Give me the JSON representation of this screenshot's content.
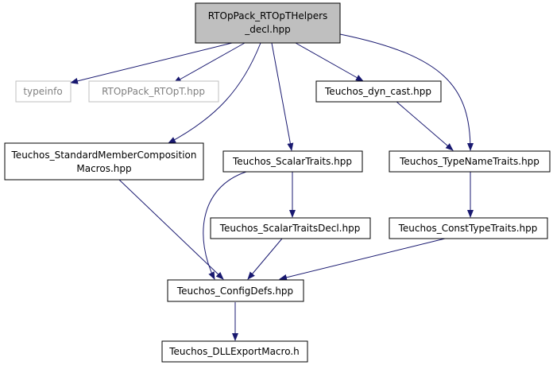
{
  "colors": {
    "edge": "#191970",
    "border": "#000000",
    "root_fill": "#bfbfbf",
    "node_fill": "#ffffff",
    "external_border": "#bfbfbf",
    "external_text": "#808080"
  },
  "nodes": {
    "root": {
      "line1": "RTOpPack_RTOpTHelpers",
      "line2": "_decl.hpp"
    },
    "typeinfo": {
      "label": "typeinfo"
    },
    "rtopt": {
      "label": "RTOpPack_RTOpT.hpp"
    },
    "dyn_cast": {
      "label": "Teuchos_dyn_cast.hpp"
    },
    "std_member": {
      "line1": "Teuchos_StandardMemberComposition",
      "line2": "Macros.hpp"
    },
    "scalar_traits": {
      "label": "Teuchos_ScalarTraits.hpp"
    },
    "type_name_traits": {
      "label": "Teuchos_TypeNameTraits.hpp"
    },
    "scalar_traits_decl": {
      "label": "Teuchos_ScalarTraitsDecl.hpp"
    },
    "const_type_traits": {
      "label": "Teuchos_ConstTypeTraits.hpp"
    },
    "config_defs": {
      "label": "Teuchos_ConfigDefs.hpp"
    },
    "dll_export": {
      "label": "Teuchos_DLLExportMacro.h"
    }
  }
}
